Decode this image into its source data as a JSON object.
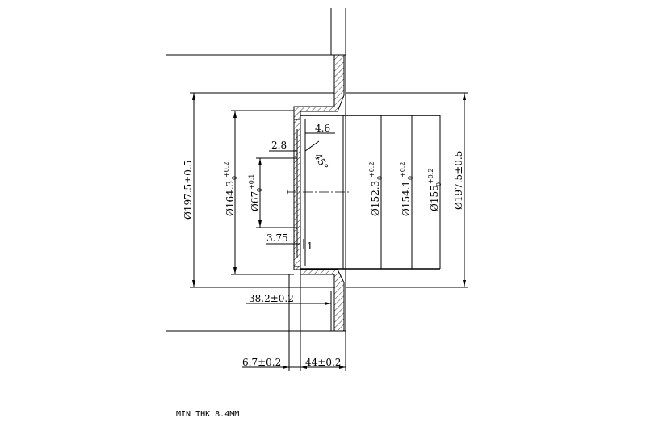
{
  "dimensions": {
    "outer_dia_left": "Ø197.5±0.5",
    "inner_dia_left_main": "Ø164.3",
    "inner_dia_left_tol": "+0.2",
    "inner_dia_left_base": "0",
    "bore_main": "Ø67",
    "bore_tol": "+0.1",
    "bore_base": "0",
    "dia_152_main": "Ø152.3",
    "dia_152_tol": "+0.2",
    "dia_152_base": "0",
    "dia_154_main": "Ø154.1",
    "dia_154_tol": "+0.2",
    "dia_154_base": "0",
    "dia_155_main": "Ø155",
    "dia_155_tol": "+0.2",
    "dia_155_base": "0",
    "outer_dia_right": "Ø197.5±0.5",
    "dim_4_6": "4.6",
    "dim_2_8": "2.8",
    "angle_45": "45°",
    "dim_3_75": "3.75",
    "dim_1": "1",
    "dim_38_2": "38.2±0.2",
    "dim_6_7": "6.7±0.2",
    "dim_44": "44±0.2"
  },
  "note": "MIN THK 8.4MM"
}
